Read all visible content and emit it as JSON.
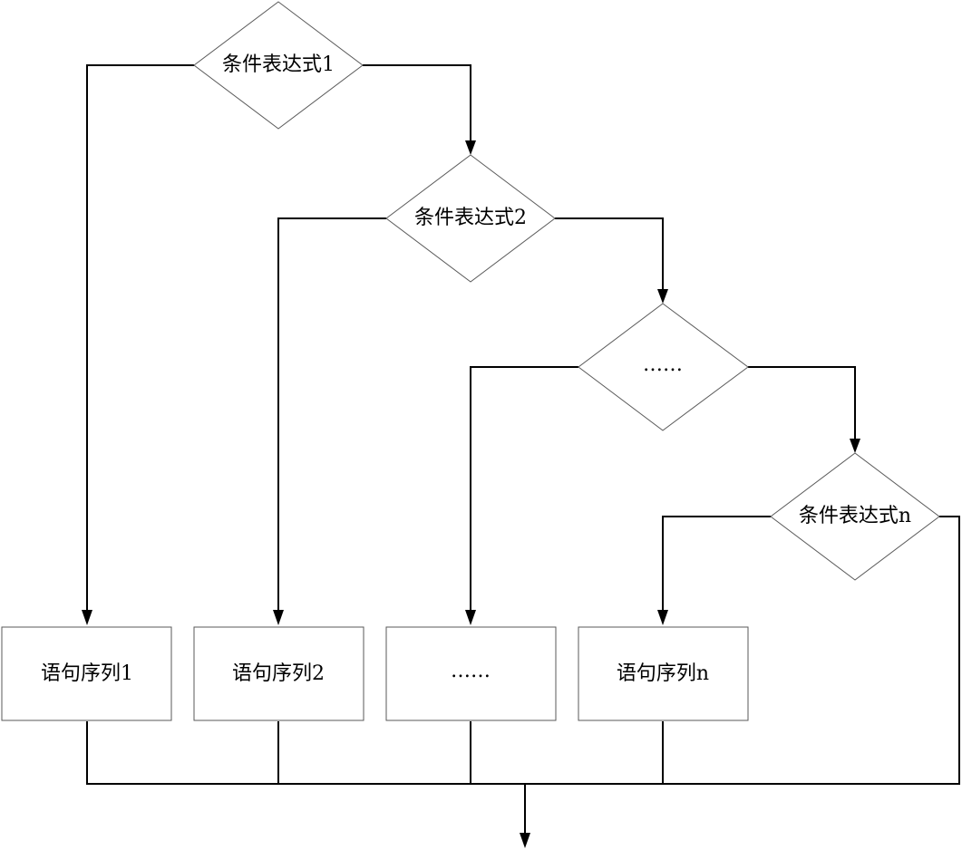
{
  "conditions": [
    {
      "label": "条件表达式1"
    },
    {
      "label": "条件表达式2"
    },
    {
      "label": "……"
    },
    {
      "label": "条件表达式n"
    }
  ],
  "blocks": [
    {
      "label": "语句序列1"
    },
    {
      "label": "语句序列2"
    },
    {
      "label": "……"
    },
    {
      "label": "语句序列n"
    }
  ]
}
